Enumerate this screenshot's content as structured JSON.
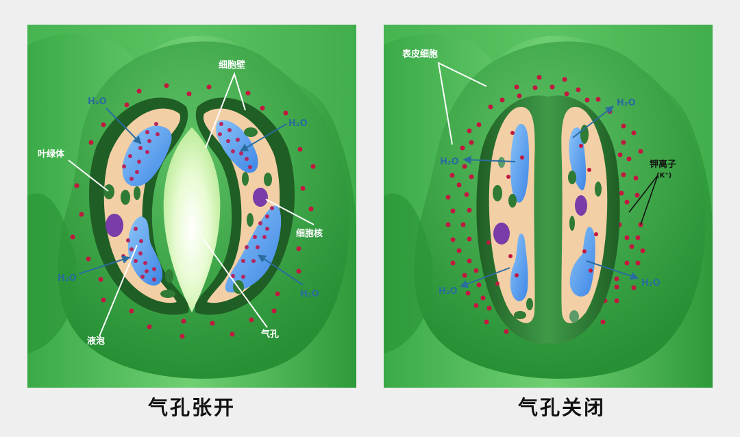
{
  "figure": {
    "panels": [
      {
        "id": "open",
        "caption": "气孔张开",
        "labels": {
          "cell_wall": "细胞壁",
          "chloroplast": "叶绿体",
          "nucleus": "细胞核",
          "vacuole": "液泡",
          "stoma": "气孔"
        },
        "water_labels": [
          "H₂O",
          "H₂O",
          "H₂O",
          "H₂O"
        ],
        "water_direction": "inward"
      },
      {
        "id": "closed",
        "caption": "气孔关闭",
        "labels": {
          "epidermal_cell": "表皮细胞",
          "potassium_ion": "钾离子",
          "potassium_symbol": "(K⁺)"
        },
        "water_labels": [
          "H₂O",
          "H₂O",
          "H₂O",
          "H₂O"
        ],
        "water_direction": "outward"
      }
    ],
    "colors": {
      "background": "#efefef",
      "epidermis_light": "#6fcf72",
      "epidermis_dark": "#2e9a3a",
      "guard_cell_wall": "#1f5e24",
      "cytoplasm": "#f3cfa6",
      "vacuole": "#4a94ec",
      "chloroplast": "#2f7a34",
      "nucleus": "#7a3ca8",
      "potassium_ion": "#c2173f",
      "water_arrow": "#2a6c9e",
      "stoma_pore": "#eaffd8"
    }
  }
}
